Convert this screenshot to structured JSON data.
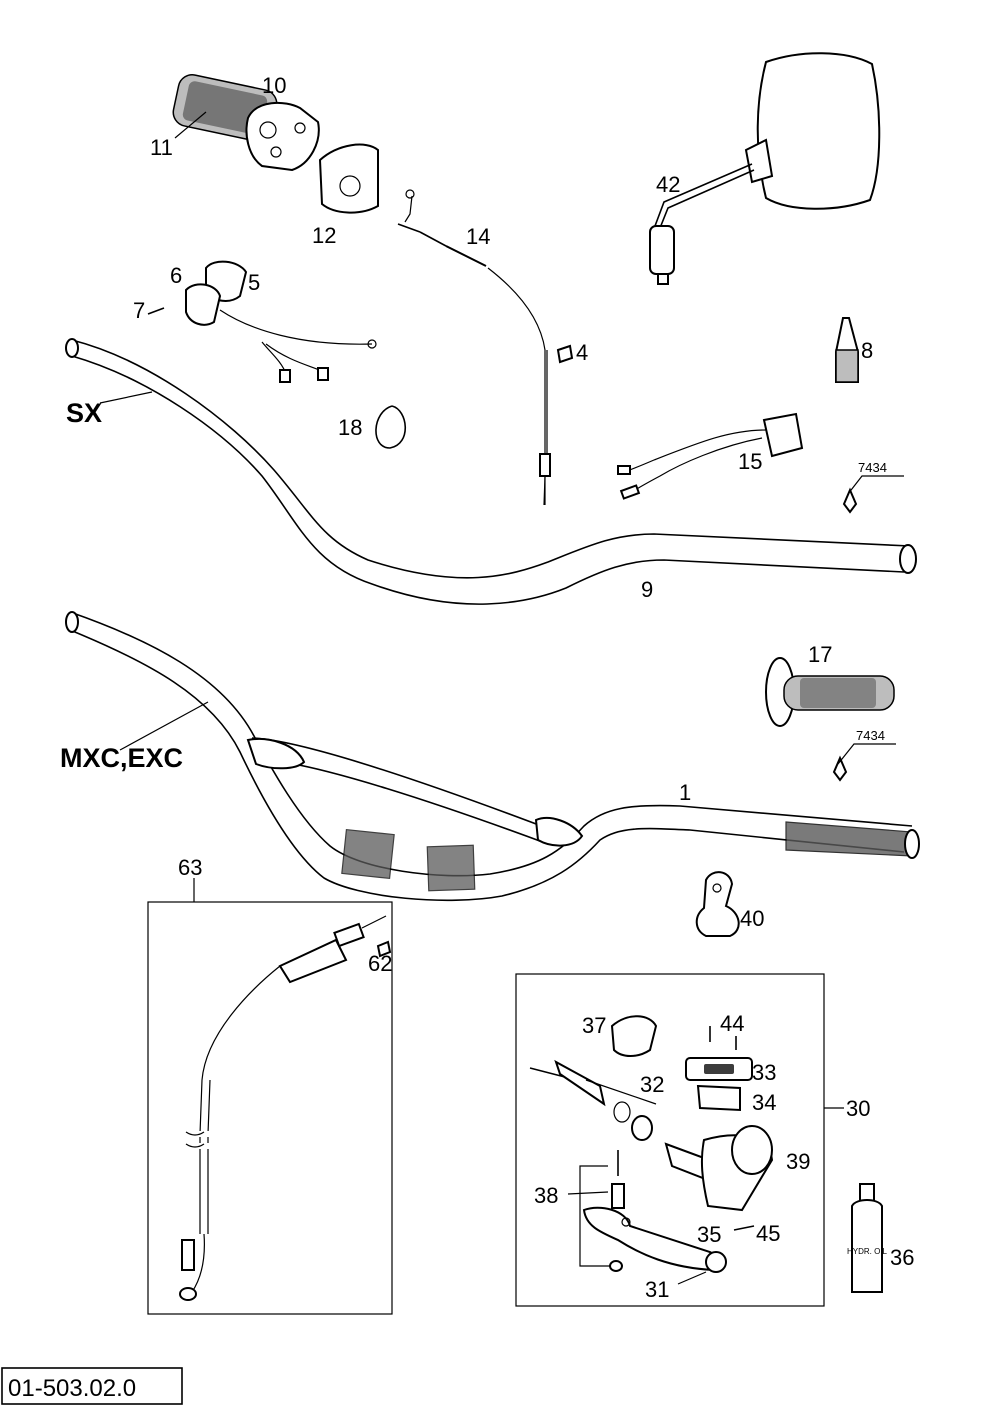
{
  "diagram_code": "01-503.02.0",
  "variant_labels": {
    "sx": "SX",
    "mxc_exc": "MXC,EXC"
  },
  "torque_refs": {
    "ref_top": "7434",
    "ref_bottom": "7434"
  },
  "callouts": {
    "c1": "1",
    "c4": "4",
    "c5": "5",
    "c6": "6",
    "c7": "7",
    "c8": "8",
    "c9": "9",
    "c10": "10",
    "c11": "11",
    "c12": "12",
    "c14": "14",
    "c15": "15",
    "c17": "17",
    "c18": "18",
    "c30": "30",
    "c31": "31",
    "c32": "32",
    "c33": "33",
    "c34": "34",
    "c35": "35",
    "c36": "36",
    "c37": "37",
    "c38": "38",
    "c39": "39",
    "c40": "40",
    "c42": "42",
    "c44": "44",
    "c45": "45",
    "c62": "62",
    "c63": "63"
  },
  "bottle_labels": {
    "hydraulic_oil": "HYDR. OIL"
  },
  "colors": {
    "line": "#000000",
    "shade": "#bdbdbd",
    "background": "#ffffff"
  }
}
